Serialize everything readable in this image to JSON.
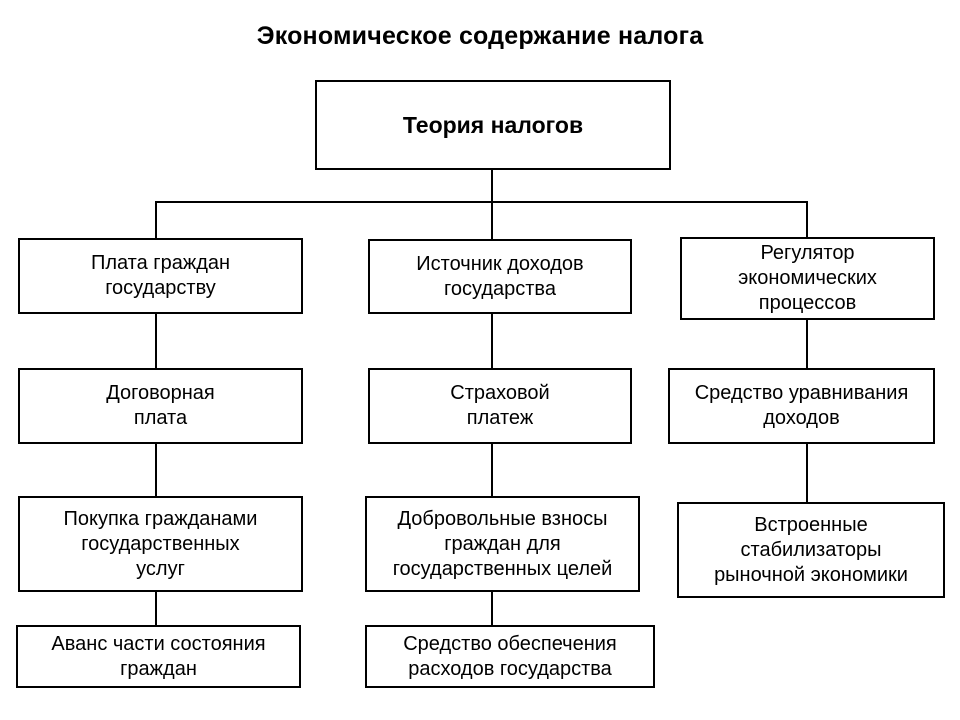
{
  "title": "Экономическое содержание налога",
  "diagram": {
    "type": "tree",
    "orientation": "top-down",
    "root": {
      "id": "root",
      "label": "Теория налогов",
      "bold": true
    },
    "columns": [
      {
        "id": "col-left",
        "nodes": [
          {
            "id": "left-1",
            "label": "Плата граждан\nгосударству"
          },
          {
            "id": "left-2",
            "label": "Договорная\nплата"
          },
          {
            "id": "left-3",
            "label": "Покупка гражданами\nгосударственных\nуслуг"
          },
          {
            "id": "left-4",
            "label": "Аванс части состояния\nграждан"
          }
        ]
      },
      {
        "id": "col-middle",
        "nodes": [
          {
            "id": "mid-1",
            "label": "Источник доходов\nгосударства"
          },
          {
            "id": "mid-2",
            "label": "Страховой\nплатеж"
          },
          {
            "id": "mid-3",
            "label": "Добровольные взносы\nграждан для\nгосударственных целей"
          },
          {
            "id": "mid-4",
            "label": "Средство обеспечения\nрасходов государства"
          }
        ]
      },
      {
        "id": "col-right",
        "nodes": [
          {
            "id": "right-1",
            "label": "Регулятор\nэкономических\nпроцессов"
          },
          {
            "id": "right-2",
            "label": "Средство уравнивания\nдоходов"
          },
          {
            "id": "right-3",
            "label": "Встроенные\nстабилизаторы\nрыночной экономики"
          }
        ]
      }
    ],
    "colors": {
      "background": "#ffffff",
      "border": "#000000",
      "text": "#000000",
      "connector": "#000000"
    }
  }
}
